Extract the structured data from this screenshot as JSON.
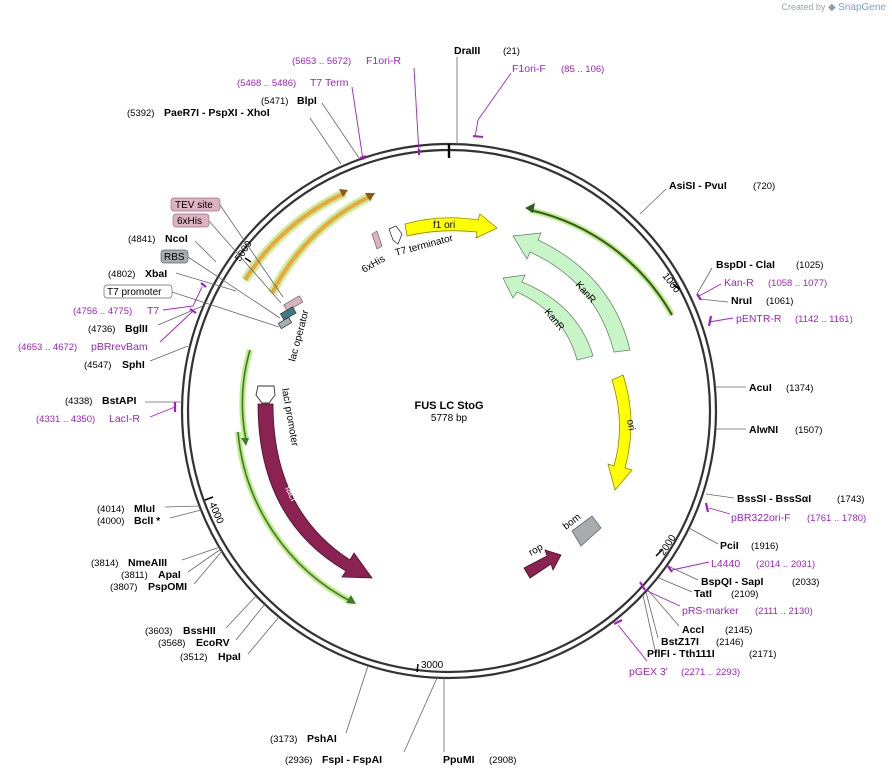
{
  "brand": {
    "created_by": "Created by",
    "name": "SnapGene"
  },
  "plasmid": {
    "name": "FUS LC StoG",
    "size": "5778 bp"
  },
  "ticks": [
    "1000",
    "2000",
    "3000",
    "4000",
    "5000"
  ],
  "enzymes": [
    {
      "label": "DraIII",
      "pos": "(21)"
    },
    {
      "label": "AsiSI  - PvuI",
      "pos": "(720)"
    },
    {
      "label": "BspDI  - ClaI",
      "pos": "(1025)"
    },
    {
      "label": "NruI",
      "pos": "(1061)"
    },
    {
      "label": "AcuI",
      "pos": "(1374)"
    },
    {
      "label": "AlwNI",
      "pos": "(1507)"
    },
    {
      "label": "BssSI  - BssSαI",
      "pos": "(1743)"
    },
    {
      "label": "PciI",
      "pos": "(1916)"
    },
    {
      "label": "BspQI  - SapI",
      "pos": "(2033)"
    },
    {
      "label": "TatI",
      "pos": "(2109)"
    },
    {
      "label": "AccI",
      "pos": "(2145)"
    },
    {
      "label": "BstZ17I",
      "pos": "(2146)"
    },
    {
      "label": "PflFI  - Tth111I",
      "pos": "(2171)"
    },
    {
      "label": "PpuMI",
      "pos": "(2908)"
    },
    {
      "label": "FspI  - FspAI",
      "pos": "(2936)"
    },
    {
      "label": "PshAI",
      "pos": "(3173)"
    },
    {
      "label": "HpaI",
      "pos": "(3512)"
    },
    {
      "label": "EcoRV",
      "pos": "(3568)"
    },
    {
      "label": "BssHII",
      "pos": "(3603)"
    },
    {
      "label": "PspOMI",
      "pos": "(3807)"
    },
    {
      "label": "ApaI",
      "pos": "(3811)"
    },
    {
      "label": "NmeAIII",
      "pos": "(3814)"
    },
    {
      "label": "BclI *",
      "pos": "(4000)"
    },
    {
      "label": "MluI",
      "pos": "(4014)"
    },
    {
      "label": "BstAPI",
      "pos": "(4338)"
    },
    {
      "label": "SphI",
      "pos": "(4547)"
    },
    {
      "label": "BglII",
      "pos": "(4736)"
    },
    {
      "label": "XbaI",
      "pos": "(4802)"
    },
    {
      "label": "NcoI",
      "pos": "(4841)"
    },
    {
      "label": "PaeR7I  - PspXI  - XhoI",
      "pos": "(5392)"
    },
    {
      "label": "BlpI",
      "pos": "(5471)"
    }
  ],
  "primers": [
    {
      "label": "F1ori-R",
      "pos": "(5653 .. 5672)"
    },
    {
      "label": "T7 Term",
      "pos": "(5468 .. 5486)"
    },
    {
      "label": "F1ori-F",
      "pos": "(85 .. 106)"
    },
    {
      "label": "Kan-R",
      "pos": "(1058 .. 1077)"
    },
    {
      "label": "pENTR-R",
      "pos": "(1142 .. 1161)"
    },
    {
      "label": "pBR322ori-F",
      "pos": "(1761 .. 1780)"
    },
    {
      "label": "L4440",
      "pos": "(2014 .. 2031)"
    },
    {
      "label": "pRS-marker",
      "pos": "(2111 .. 2130)"
    },
    {
      "label": "pGEX 3'",
      "pos": "(2271 .. 2293)"
    },
    {
      "label": "T7",
      "pos": "(4756 .. 4775)"
    },
    {
      "label": "pBRrevBam",
      "pos": "(4653 .. 4672)"
    },
    {
      "label": "LacI-R",
      "pos": "(4331 .. 4350)"
    }
  ],
  "features": {
    "f1_ori": "f1 ori",
    "kanr_outer": "KanR",
    "kanr_inner": "KanR",
    "ori": "ori",
    "bom": "bom",
    "rop": "rop",
    "laci": "lacI",
    "laci_promoter": "lacI promoter",
    "lac_operator": "lac operator",
    "his_tag": "6xHis",
    "t7_terminator": "T7 terminator"
  },
  "boxed_labels": {
    "tev": "TEV site",
    "his": "6xHis",
    "rbs": "RBS",
    "t7_promoter": "T7 promoter"
  },
  "colors": {
    "enzyme": "#000000",
    "primer": "#a020c8",
    "f1_ori": "#ffff00",
    "kanr": "#c8f5c8",
    "ori": "#ffff00",
    "bom": "#a6acaf",
    "rop": "#8b2252",
    "laci": "#8b2252",
    "orf_arrow": "#e8a83c",
    "orf_highlight": "#a6e05a",
    "tev_fill": "#dcb4c0",
    "rbs_fill": "#a6acaf"
  }
}
